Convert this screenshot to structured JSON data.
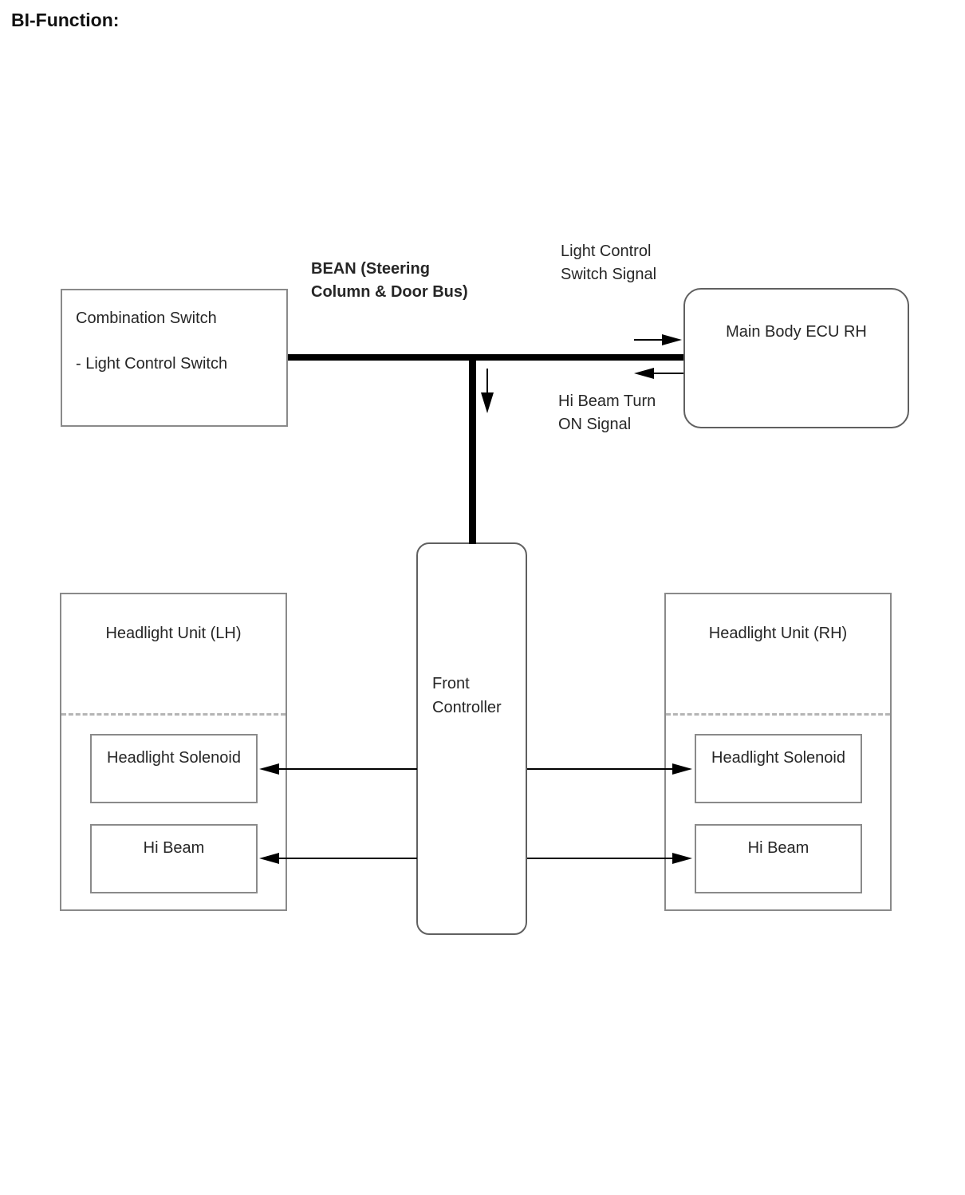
{
  "title": "BI-Function:",
  "labels": {
    "bean_line1": "BEAN (Steering",
    "bean_line2": "Column & Door Bus)",
    "light_control_line1": "Light Control",
    "light_control_line2": "Switch Signal",
    "hi_beam_turn_line1": "Hi Beam Turn",
    "hi_beam_turn_line2": "ON Signal"
  },
  "nodes": {
    "combination_switch": {
      "line1": "Combination Switch",
      "line2": "- Light Control Switch"
    },
    "main_body_ecu": {
      "label": "Main Body ECU RH"
    },
    "front_controller": {
      "line1": "Front",
      "line2": "Controller"
    },
    "headlight_unit_lh": {
      "title": "Headlight Unit (LH)",
      "solenoid": "Headlight Solenoid",
      "hi_beam": "Hi Beam"
    },
    "headlight_unit_rh": {
      "title": "Headlight Unit (RH)",
      "solenoid": "Headlight Solenoid",
      "hi_beam": "Hi Beam"
    }
  },
  "colors": {
    "bus_line": "#000000",
    "box_border": "#8a8a8a",
    "rounded_box_border": "#606060",
    "dashed_divider": "#b5b5b5",
    "text": "#262626"
  }
}
